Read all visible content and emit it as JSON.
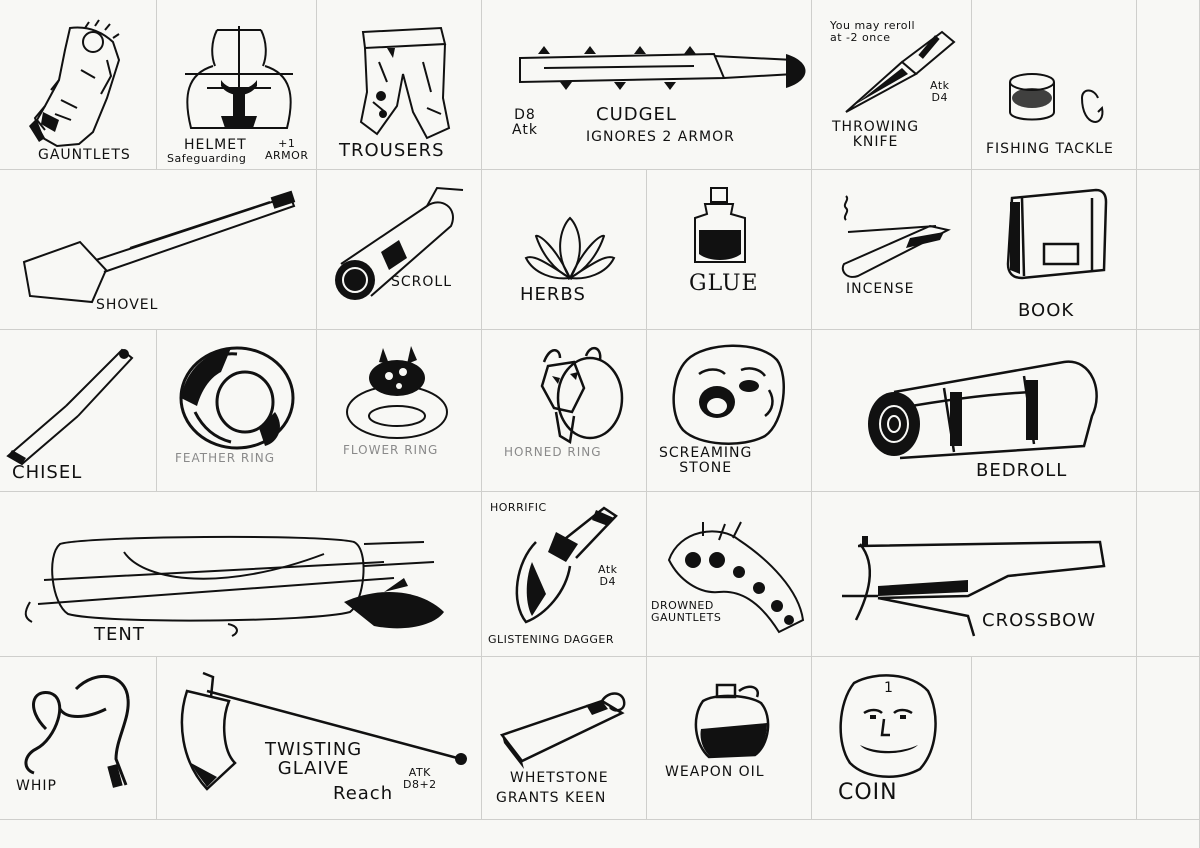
{
  "items": {
    "gauntlets": {
      "label": "GAUNTLETS"
    },
    "helmet": {
      "label": "HELMET",
      "note": "Safeguarding",
      "bonus": "+1\nARMOR"
    },
    "trousers": {
      "label": "TROUSERS"
    },
    "cudgel": {
      "label": "CUDGEL",
      "stat": "D8\nAtk",
      "note": "IGNORES 2 ARMOR"
    },
    "throwing_knife": {
      "label": "THROWING\nKNIFE",
      "note": "You may reroll\nat -2 once",
      "stat": "Atk\nD4"
    },
    "fishing_tackle": {
      "label": "FISHING TACKLE"
    },
    "shovel": {
      "label": "SHOVEL"
    },
    "scroll": {
      "label": "SCROLL"
    },
    "herbs": {
      "label": "HERBS"
    },
    "glue": {
      "label": "GLUE"
    },
    "incense": {
      "label": "INCENSE"
    },
    "book": {
      "label": "BOOK"
    },
    "chisel": {
      "label": "CHISEL"
    },
    "feather_ring": {
      "label": "FEATHER RING"
    },
    "flower_ring": {
      "label": "FLOWER RING"
    },
    "horned_ring": {
      "label": "HORNED RING"
    },
    "screaming_stone": {
      "label": "SCREAMING\nSTONE"
    },
    "bedroll": {
      "label": "BEDROLL"
    },
    "tent": {
      "label": "TENT"
    },
    "glistening_dagger": {
      "label": "GLISTENING DAGGER",
      "note": "HORRIFIC",
      "stat": "Atk\nD4"
    },
    "drowned_gauntlets": {
      "label": "DROWNED\nGAUNTLETS"
    },
    "crossbow": {
      "label": "CROSSBOW"
    },
    "whip": {
      "label": "WHIP"
    },
    "twisting_glaive": {
      "label": "TWISTING\nGLAIVE",
      "note": "Reach",
      "stat": "ATK\nD8+2"
    },
    "whetstone": {
      "label": "WHETSTONE",
      "note": "GRANTS KEEN"
    },
    "weapon_oil": {
      "label": "WEAPON OIL"
    },
    "coin": {
      "label": "COIN",
      "mark": "1"
    }
  },
  "icons": [
    "gauntlet-icon",
    "helmet-icon",
    "trousers-icon",
    "cudgel-icon",
    "throwing-knife-icon",
    "fishing-tackle-icon",
    "shovel-icon",
    "scroll-icon",
    "herbs-icon",
    "glue-bottle-icon",
    "incense-icon",
    "book-icon",
    "chisel-icon",
    "feather-ring-icon",
    "flower-ring-icon",
    "horned-ring-icon",
    "screaming-stone-icon",
    "bedroll-icon",
    "tent-icon",
    "dagger-icon",
    "drowned-gauntlets-icon",
    "crossbow-icon",
    "whip-icon",
    "glaive-icon",
    "whetstone-icon",
    "weapon-oil-icon",
    "coin-icon"
  ],
  "colors": {
    "ink": "#111111",
    "paper": "#f8f8f5",
    "grid": "#cfcfcc",
    "faint_ink": "#8a8a8a"
  }
}
